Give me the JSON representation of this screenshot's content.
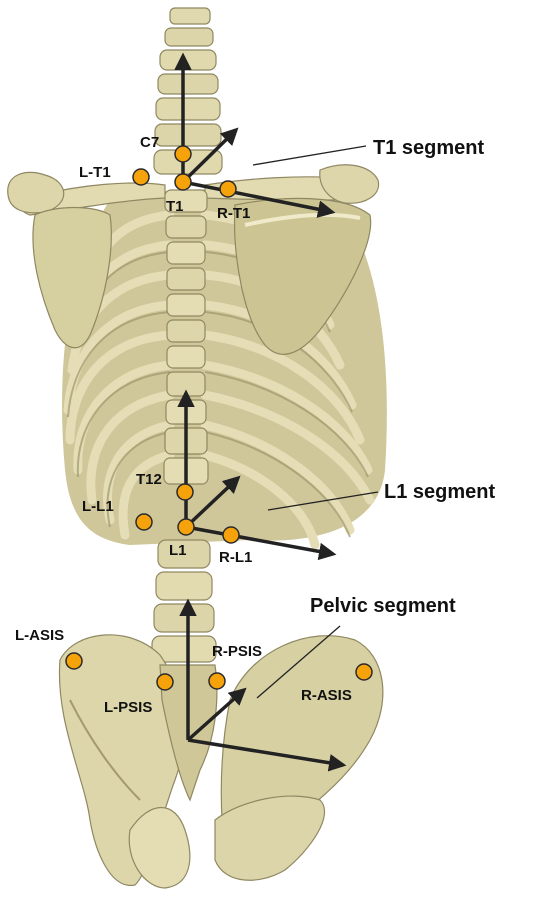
{
  "colors": {
    "bone_fill": "#d9d2a6",
    "bone_shade": "#b3ab7a",
    "bone_light": "#efe9c8",
    "bone_edge": "#8f8862",
    "marker_fill": "#f6a20b",
    "marker_stroke": "#2a2a2a",
    "axis_color": "#222222"
  },
  "segments": {
    "t1": "T1 segment",
    "l1": "L1 segment",
    "pelvic": "Pelvic segment"
  },
  "landmarks": {
    "c7": "C7",
    "t1": "T1",
    "l_t1": "L-T1",
    "r_t1": "R-T1",
    "t12": "T12",
    "l1": "L1",
    "l_l1": "L-L1",
    "r_l1": "R-L1",
    "l_asis": "L-ASIS",
    "r_asis": "R-ASIS",
    "l_psis": "L-PSIS",
    "r_psis": "R-PSIS"
  }
}
